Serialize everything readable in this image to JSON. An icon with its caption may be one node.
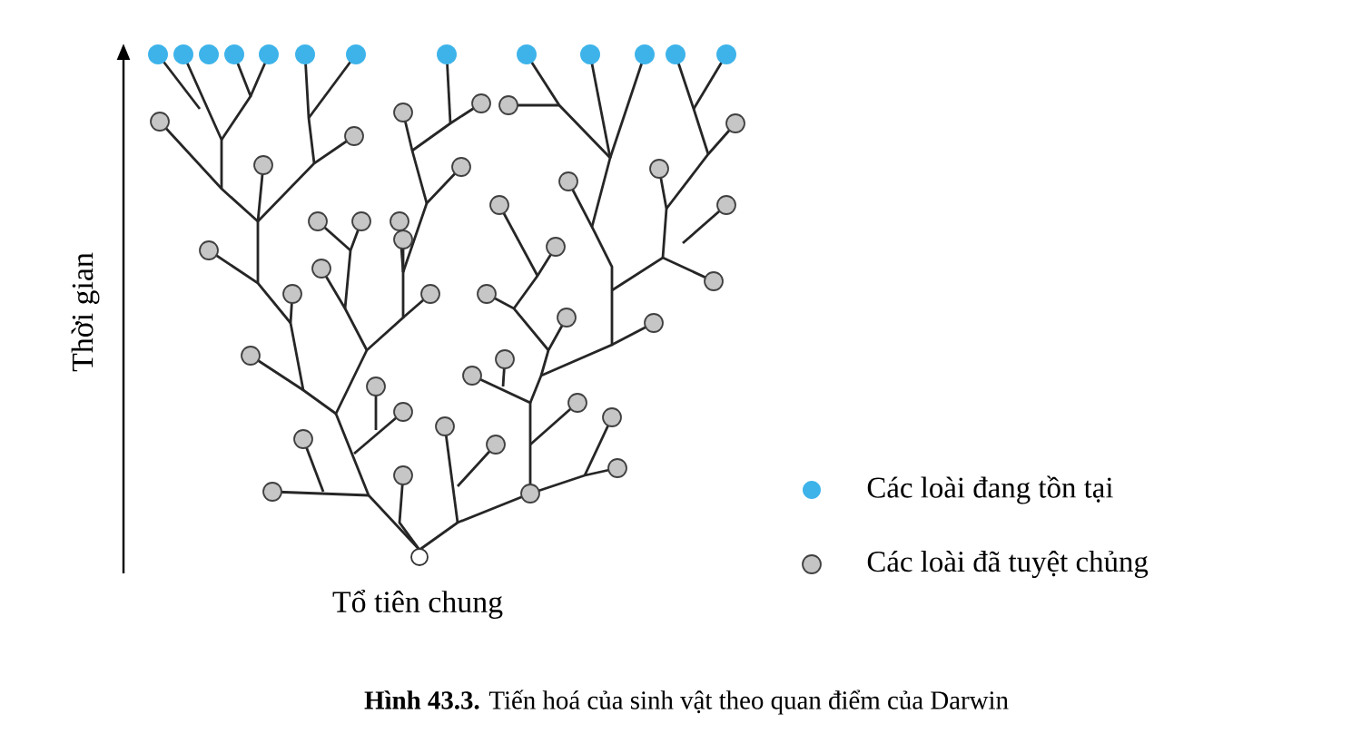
{
  "diagram": {
    "caption": "**Hình 43.3.** Tiến hoá của sinh vật theo quan điểm của Darwin",
    "labels": [
      "Thời gian",
      "Tổ tiên chung"
    ],
    "legend": [
      {
        "text": "Các loài đang tồn tại",
        "color": "#3db3ea"
      },
      {
        "text": "Các loài đã tuyệt chủng",
        "color": "#c4c4c4"
      }
    ]
  }
}
